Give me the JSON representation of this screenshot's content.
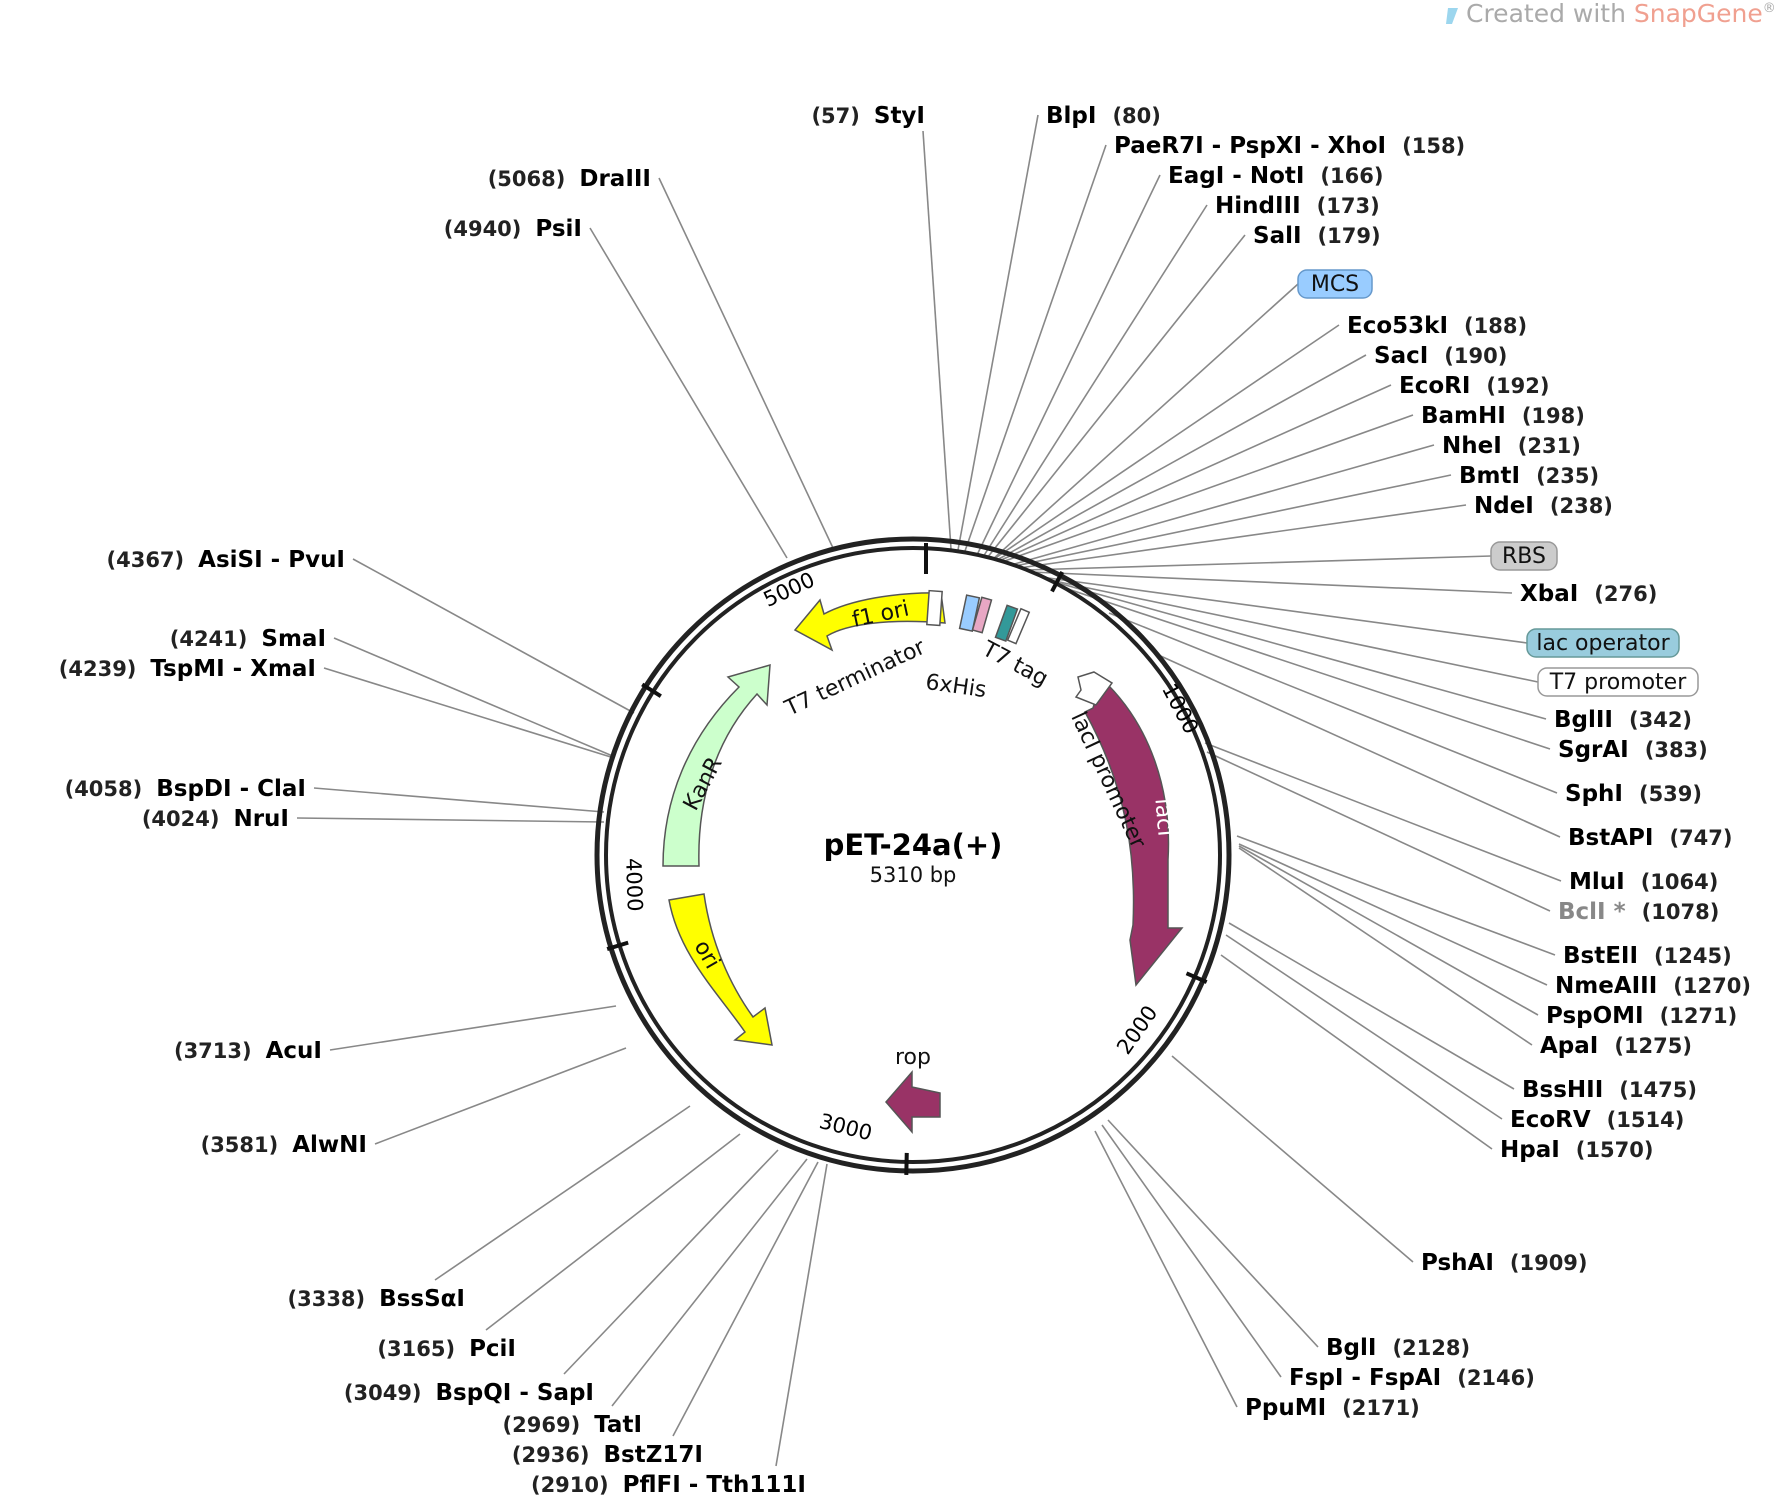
{
  "watermark": {
    "prefix": "Created with ",
    "brand": "SnapGene",
    "reg": "®"
  },
  "plasmid": {
    "name": "pET-24a(+)",
    "length_label": "5310 bp"
  },
  "ticks": [
    "1000",
    "2000",
    "3000",
    "4000",
    "5000"
  ],
  "sites": [
    {
      "name": "StyI",
      "pos": "(57)"
    },
    {
      "name": "BlpI",
      "pos": "(80)"
    },
    {
      "name": "PaeR7I  -  PspXI  -  XhoI",
      "pos": "(158)"
    },
    {
      "name": "EagI  -  NotI",
      "pos": "(166)"
    },
    {
      "name": "HindIII",
      "pos": "(173)"
    },
    {
      "name": "SalI",
      "pos": "(179)"
    },
    {
      "name": "Eco53kI",
      "pos": "(188)"
    },
    {
      "name": "SacI",
      "pos": "(190)"
    },
    {
      "name": "EcoRI",
      "pos": "(192)"
    },
    {
      "name": "BamHI",
      "pos": "(198)"
    },
    {
      "name": "NheI",
      "pos": "(231)"
    },
    {
      "name": "BmtI",
      "pos": "(235)"
    },
    {
      "name": "NdeI",
      "pos": "(238)"
    },
    {
      "name": "XbaI",
      "pos": "(276)"
    },
    {
      "name": "BglII",
      "pos": "(342)"
    },
    {
      "name": "SgrAI",
      "pos": "(383)"
    },
    {
      "name": "SphI",
      "pos": "(539)"
    },
    {
      "name": "BstAPI",
      "pos": "(747)"
    },
    {
      "name": "MluI",
      "pos": "(1064)"
    },
    {
      "name": "BclI *",
      "pos": "(1078)"
    },
    {
      "name": "BstEII",
      "pos": "(1245)"
    },
    {
      "name": "NmeAIII",
      "pos": "(1270)"
    },
    {
      "name": "PspOMI",
      "pos": "(1271)"
    },
    {
      "name": "ApaI",
      "pos": "(1275)"
    },
    {
      "name": "BssHII",
      "pos": "(1475)"
    },
    {
      "name": "EcoRV",
      "pos": "(1514)"
    },
    {
      "name": "HpaI",
      "pos": "(1570)"
    },
    {
      "name": "PshAI",
      "pos": "(1909)"
    },
    {
      "name": "BglI",
      "pos": "(2128)"
    },
    {
      "name": "FspI  -  FspAI",
      "pos": "(2146)"
    },
    {
      "name": "PpuMI",
      "pos": "(2171)"
    },
    {
      "name": "PflFI  -  Tth111I",
      "pos": "(2910)"
    },
    {
      "name": "BstZ17I",
      "pos": "(2936)"
    },
    {
      "name": "TatI",
      "pos": "(2969)"
    },
    {
      "name": "BspQI  -  SapI",
      "pos": "(3049)"
    },
    {
      "name": "PciI",
      "pos": "(3165)"
    },
    {
      "name": "BssSαI",
      "pos": "(3338)"
    },
    {
      "name": "AlwNI",
      "pos": "(3581)"
    },
    {
      "name": "AcuI",
      "pos": "(3713)"
    },
    {
      "name": "NruI",
      "pos": "(4024)"
    },
    {
      "name": "BspDI  -  ClaI",
      "pos": "(4058)"
    },
    {
      "name": "TspMI  -  XmaI",
      "pos": "(4239)"
    },
    {
      "name": "SmaI",
      "pos": "(4241)"
    },
    {
      "name": "AsiSI  -  PvuI",
      "pos": "(4367)"
    },
    {
      "name": "PsiI",
      "pos": "(4940)"
    },
    {
      "name": "DraIII",
      "pos": "(5068)"
    }
  ],
  "feature_boxes": [
    "MCS",
    "RBS",
    "lac operator",
    "T7 promoter"
  ],
  "features": {
    "f1ori": "f1 ori",
    "kanr": "KanR",
    "ori": "ori",
    "laci": "lacI",
    "rop": "rop",
    "t7term": "T7 terminator",
    "his": "6xHis",
    "t7tag": "T7 tag",
    "lacprom": "lacI promoter"
  },
  "colors": {
    "yellow": "#ffff00",
    "green": "#ccffcc",
    "maroon": "#993366",
    "mcs": "#99ccff",
    "lacop": "#99ccdd",
    "rbs": "#cccccc"
  }
}
